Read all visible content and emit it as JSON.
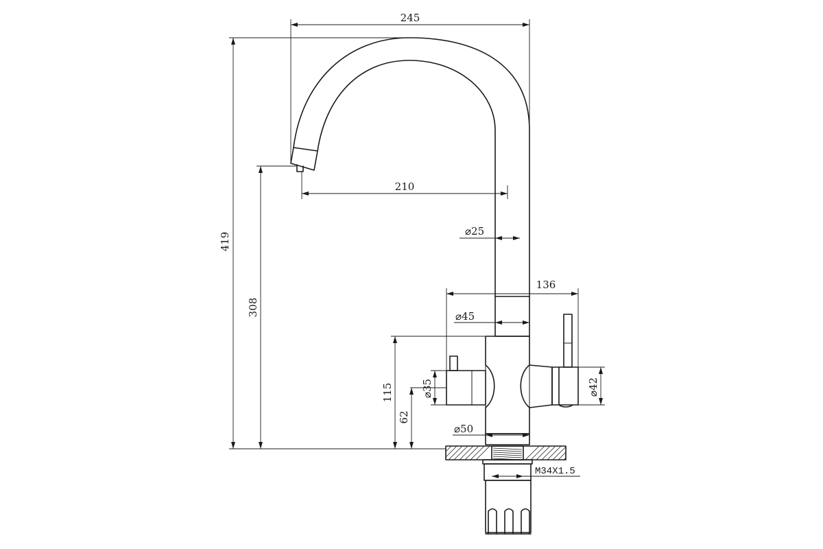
{
  "dimensions": {
    "overall_width": "245",
    "overall_height": "419",
    "spout_reach": "210",
    "spout_outlet_height": "308",
    "spout_diameter": "⌀25",
    "body_width": "136",
    "body_diameter": "⌀45",
    "handle_height": "115",
    "left_knob_height": "62",
    "left_knob_diameter": "⌀35",
    "right_knob_diameter": "⌀42",
    "base_diameter": "⌀50",
    "thread": "M34X1.5"
  }
}
